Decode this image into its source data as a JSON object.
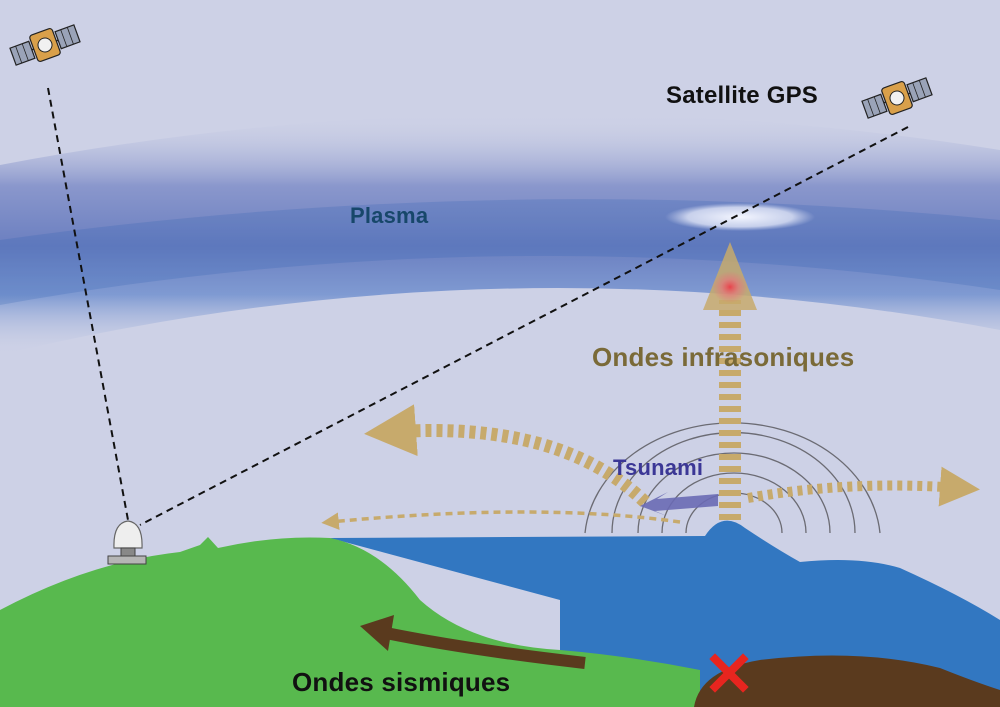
{
  "labels": {
    "satellite": "Satellite GPS",
    "plasma": "Plasma",
    "infrasound": "Ondes infrasoniques",
    "tsunami": "Tsunami",
    "seismic": "Ondes sismiques"
  },
  "colors": {
    "sky": "#cdd1e6",
    "plasma_band": "#6b7fc0",
    "land": "#58b94e",
    "sea": "#3277c1",
    "seabed": "#5a3a1e",
    "wave_dashes": "#c7aa6c",
    "tsunami_arrow": "#6a6ab4",
    "epicenter": "#e8251f",
    "label_dark": "#111111",
    "label_plasma": "#17476a",
    "label_infrasound": "#7a6a38",
    "label_tsunami": "#3b3796"
  },
  "icons": {
    "satellites": [
      "satellite-icon",
      "satellite-icon"
    ],
    "receiver": "gps-receiver-dome-icon",
    "epicenter": "red-x-icon"
  }
}
